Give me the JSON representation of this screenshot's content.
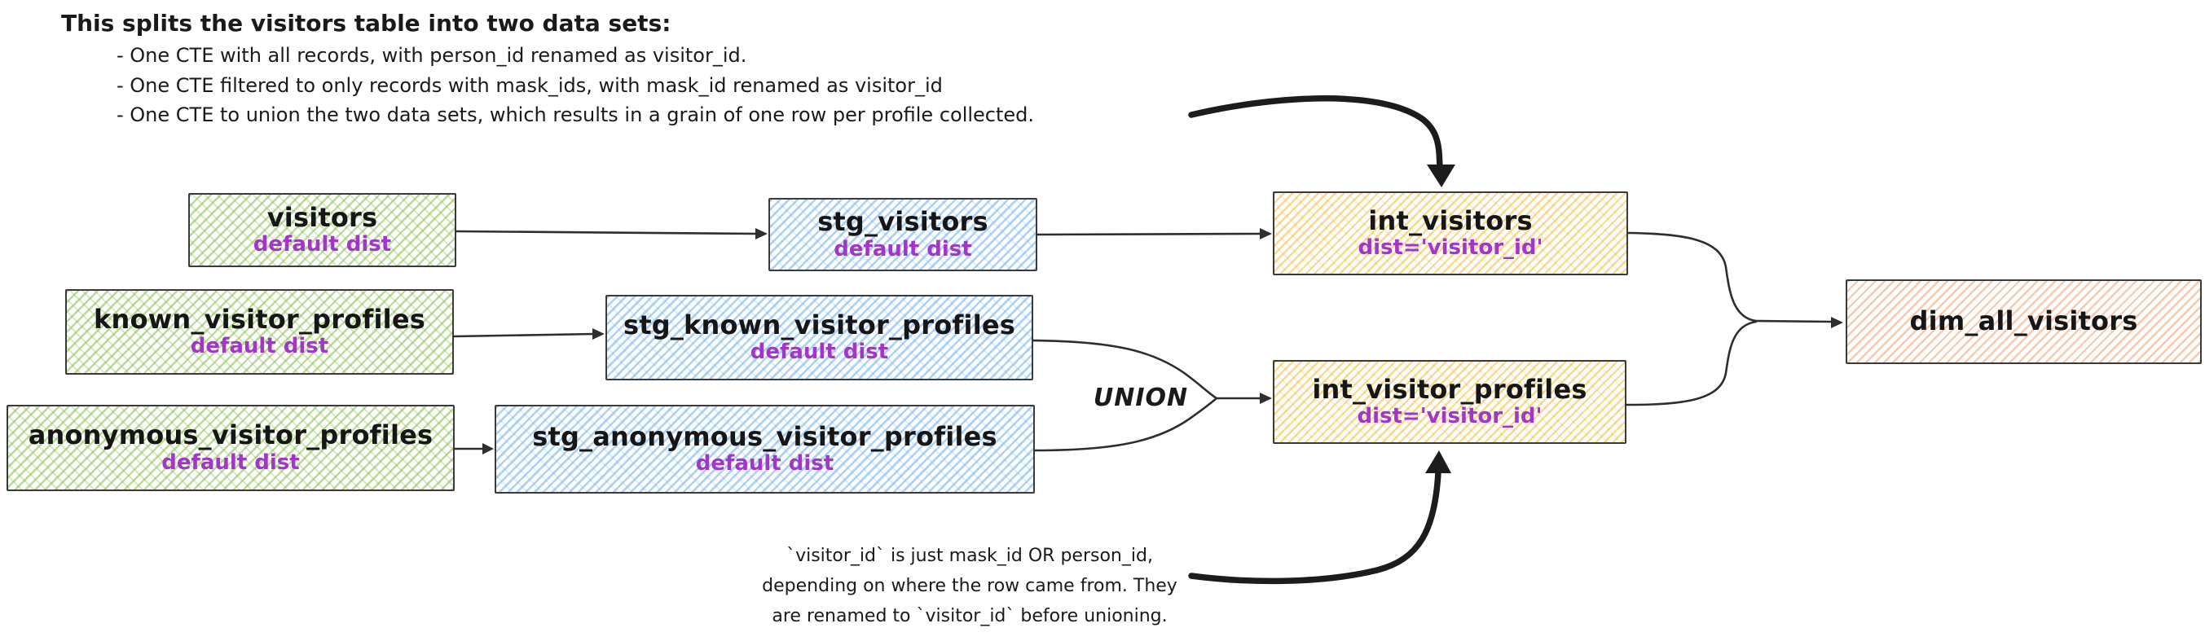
{
  "diagram": {
    "top_note": {
      "title": "This splits the visitors table into two data sets:",
      "bullets": [
        "- One CTE with all records, with person_id renamed as visitor_id.",
        "- One CTE filtered to only records with mask_ids, with mask_id renamed as visitor_id",
        "- One CTE to union the two data sets, which results in a grain of one row per profile collected."
      ]
    },
    "bottom_note": {
      "lines": [
        "`visitor_id` is just mask_id OR person_id,",
        "depending on where the row came from. They",
        "are renamed to `visitor_id` before unioning."
      ]
    },
    "union_label": "UNION",
    "nodes": {
      "visitors": {
        "title": "visitors",
        "subtitle": "default dist",
        "color": "green"
      },
      "stg_visitors": {
        "title": "stg_visitors",
        "subtitle": "default dist",
        "color": "blue"
      },
      "int_visitors": {
        "title": "int_visitors",
        "subtitle": "dist='visitor_id'",
        "color": "yellow"
      },
      "known_visitor_profiles": {
        "title": "known_visitor_profiles",
        "subtitle": "default dist",
        "color": "green"
      },
      "stg_known_visitor_profiles": {
        "title": "stg_known_visitor_profiles",
        "subtitle": "default dist",
        "color": "blue"
      },
      "anonymous_visitor_profiles": {
        "title": "anonymous_visitor_profiles",
        "subtitle": "default dist",
        "color": "green"
      },
      "stg_anonymous_visitor_profiles": {
        "title": "stg_anonymous_visitor_profiles",
        "subtitle": "default dist",
        "color": "blue"
      },
      "int_visitor_profiles": {
        "title": "int_visitor_profiles",
        "subtitle": "dist='visitor_id'",
        "color": "yellow"
      },
      "dim_all_visitors": {
        "title": "dim_all_visitors",
        "color": "orange"
      }
    },
    "colors": {
      "green_hatch": "#8cc152",
      "blue_hatch": "#6aaef0",
      "yellow_hatch": "#f0b429",
      "orange_hatch": "#f0945a",
      "purple_label": "#a335c8",
      "stroke": "#2e2e2e"
    }
  }
}
